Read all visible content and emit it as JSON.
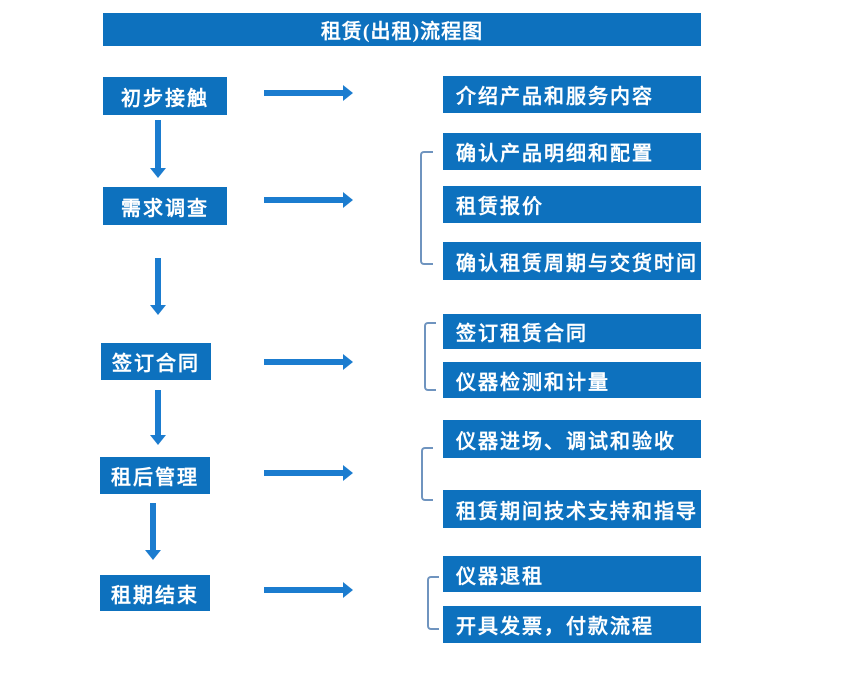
{
  "title": "租赁(出租)流程图",
  "colors": {
    "box-blue": "#0d71be",
    "arrow-blue": "#1b7ccf",
    "bracket-blue": "#6f94bf",
    "text-white": "#ffffff"
  },
  "steps": [
    {
      "label": "初步接触"
    },
    {
      "label": "需求调查"
    },
    {
      "label": "签订合同"
    },
    {
      "label": "租后管理"
    },
    {
      "label": "租期结束"
    }
  ],
  "details": [
    {
      "label": "介绍产品和服务内容"
    },
    {
      "label": "确认产品明细和配置"
    },
    {
      "label": "租赁报价"
    },
    {
      "label": "确认租赁周期与交货时间"
    },
    {
      "label": "签订租赁合同"
    },
    {
      "label": "仪器检测和计量"
    },
    {
      "label": "仪器进场、调试和验收"
    },
    {
      "label": "租赁期间技术支持和指导"
    },
    {
      "label": "仪器退租"
    },
    {
      "label": "开具发票，付款流程"
    }
  ]
}
